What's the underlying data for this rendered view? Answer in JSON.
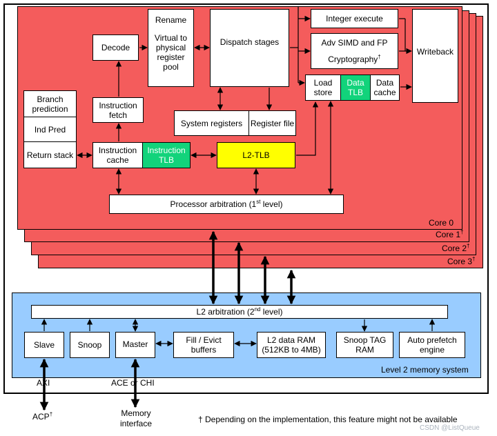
{
  "cores": [
    {
      "label": "Core 0"
    },
    {
      "label": "Core 1",
      "mark": "†"
    },
    {
      "label": "Core 2",
      "mark": "†"
    },
    {
      "label": "Core 3",
      "mark": "†"
    }
  ],
  "blocks": {
    "rename": "Rename",
    "virtual_to_physical": "Virtual to physical register pool",
    "decode": "Decode",
    "dispatch": "Dispatch stages",
    "integer_execute": "Integer execute",
    "adv_simd": "Adv SIMD and FP",
    "cryptography": "Cryptography",
    "dagger": "†",
    "writeback": "Writeback",
    "load_store": "Load store",
    "data_tlb": "Data TLB",
    "data_cache": "Data cache",
    "branch_prediction": "Branch prediction",
    "ind_pred": "Ind Pred",
    "return_stack": "Return stack",
    "instruction_fetch": "Instruction fetch",
    "system_registers": "System registers",
    "register_file": "Register file",
    "instruction_cache": "Instruction cache",
    "instruction_tlb": "Instruction TLB",
    "l2_tlb": "L2-TLB",
    "processor_arbitration": "Processor arbitration (1",
    "processor_arbitration_sup": "st",
    "processor_arbitration_end": " level)"
  },
  "l2": {
    "arbitration": "L2 arbitration (2",
    "arbitration_sup": "nd",
    "arbitration_end": " level)",
    "slave": "Slave",
    "snoop": "Snoop",
    "master": "Master",
    "fill_evict": "Fill / Evict buffers",
    "l2_data_ram": "L2 data RAM",
    "l2_data_ram_size": "(512KB to 4MB)",
    "snoop_tag_ram": "Snoop TAG RAM",
    "auto_prefetch": "Auto prefetch engine",
    "system_label": "Level 2 memory system"
  },
  "external": {
    "axi": "AXI",
    "acp": "ACP",
    "acp_mark": "†",
    "ace_chi": "ACE or CHI",
    "memory_interface": "Memory interface"
  },
  "footnote": "† Depending on the implementation, this feature might not be available",
  "watermark": "CSDN @ListQueue",
  "colors": {
    "core": "#f45c5c",
    "tlb_green": "#12d37b",
    "l2_tlb_yellow": "#ffff00",
    "l2_system_blue": "#99ccff"
  }
}
